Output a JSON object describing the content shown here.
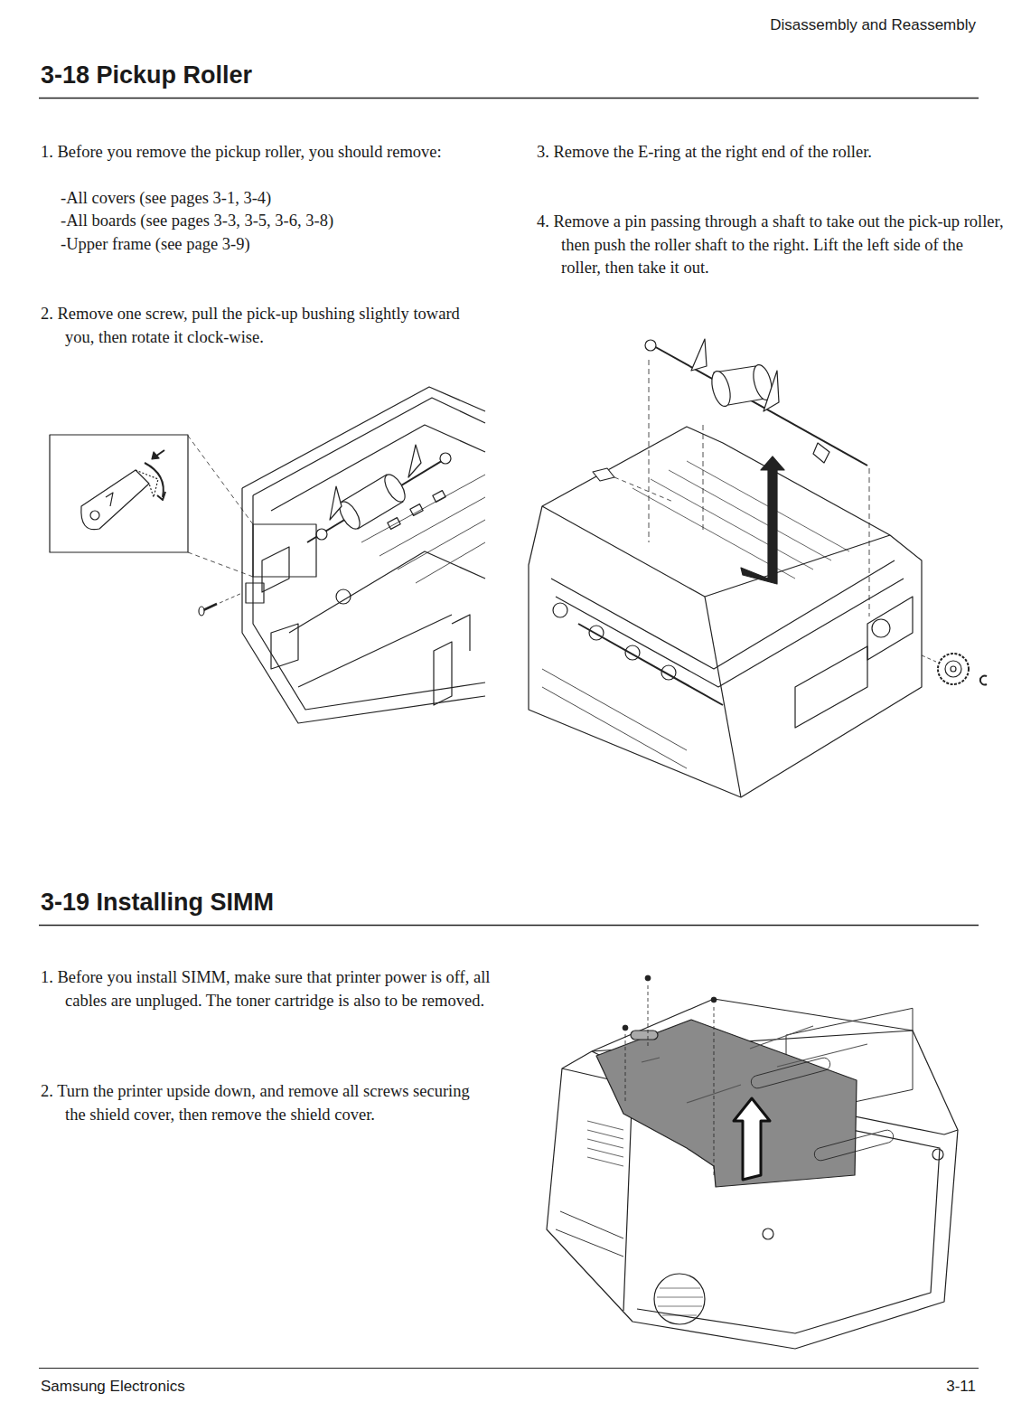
{
  "diagram": {
    "labels": [
      "Disassembly and Reassembly",
      "3-18 Pickup Roller",
      "1. Before you remove the pickup roller, you should remove:",
      "-All covers (see pages 3-1, 3-4)",
      "-All boards (see pages 3-3, 3-5, 3-6, 3-8)",
      "-Upper frame (see page 3-9)",
      "2. Remove one screw, pull the pick-up bushing slightly toward you, then rotate it clock-wise.",
      "3. Remove the E-ring at the right end of the roller.",
      "4. Remove a pin passing through a shaft to take out the pick-up roller, then push the roller shaft to the right. Lift the left side of the roller, then take it out.",
      "3-19 Installing SIMM",
      "1. Before you install SIMM, make sure that printer power is off, all cables are unpluged. The toner cartridge is also to be removed.",
      "2. Turn the printer upside down, and remove all screws securing the shield cover, then remove the shield cover.",
      "Samsung Electronics",
      "3-11"
    ]
  }
}
